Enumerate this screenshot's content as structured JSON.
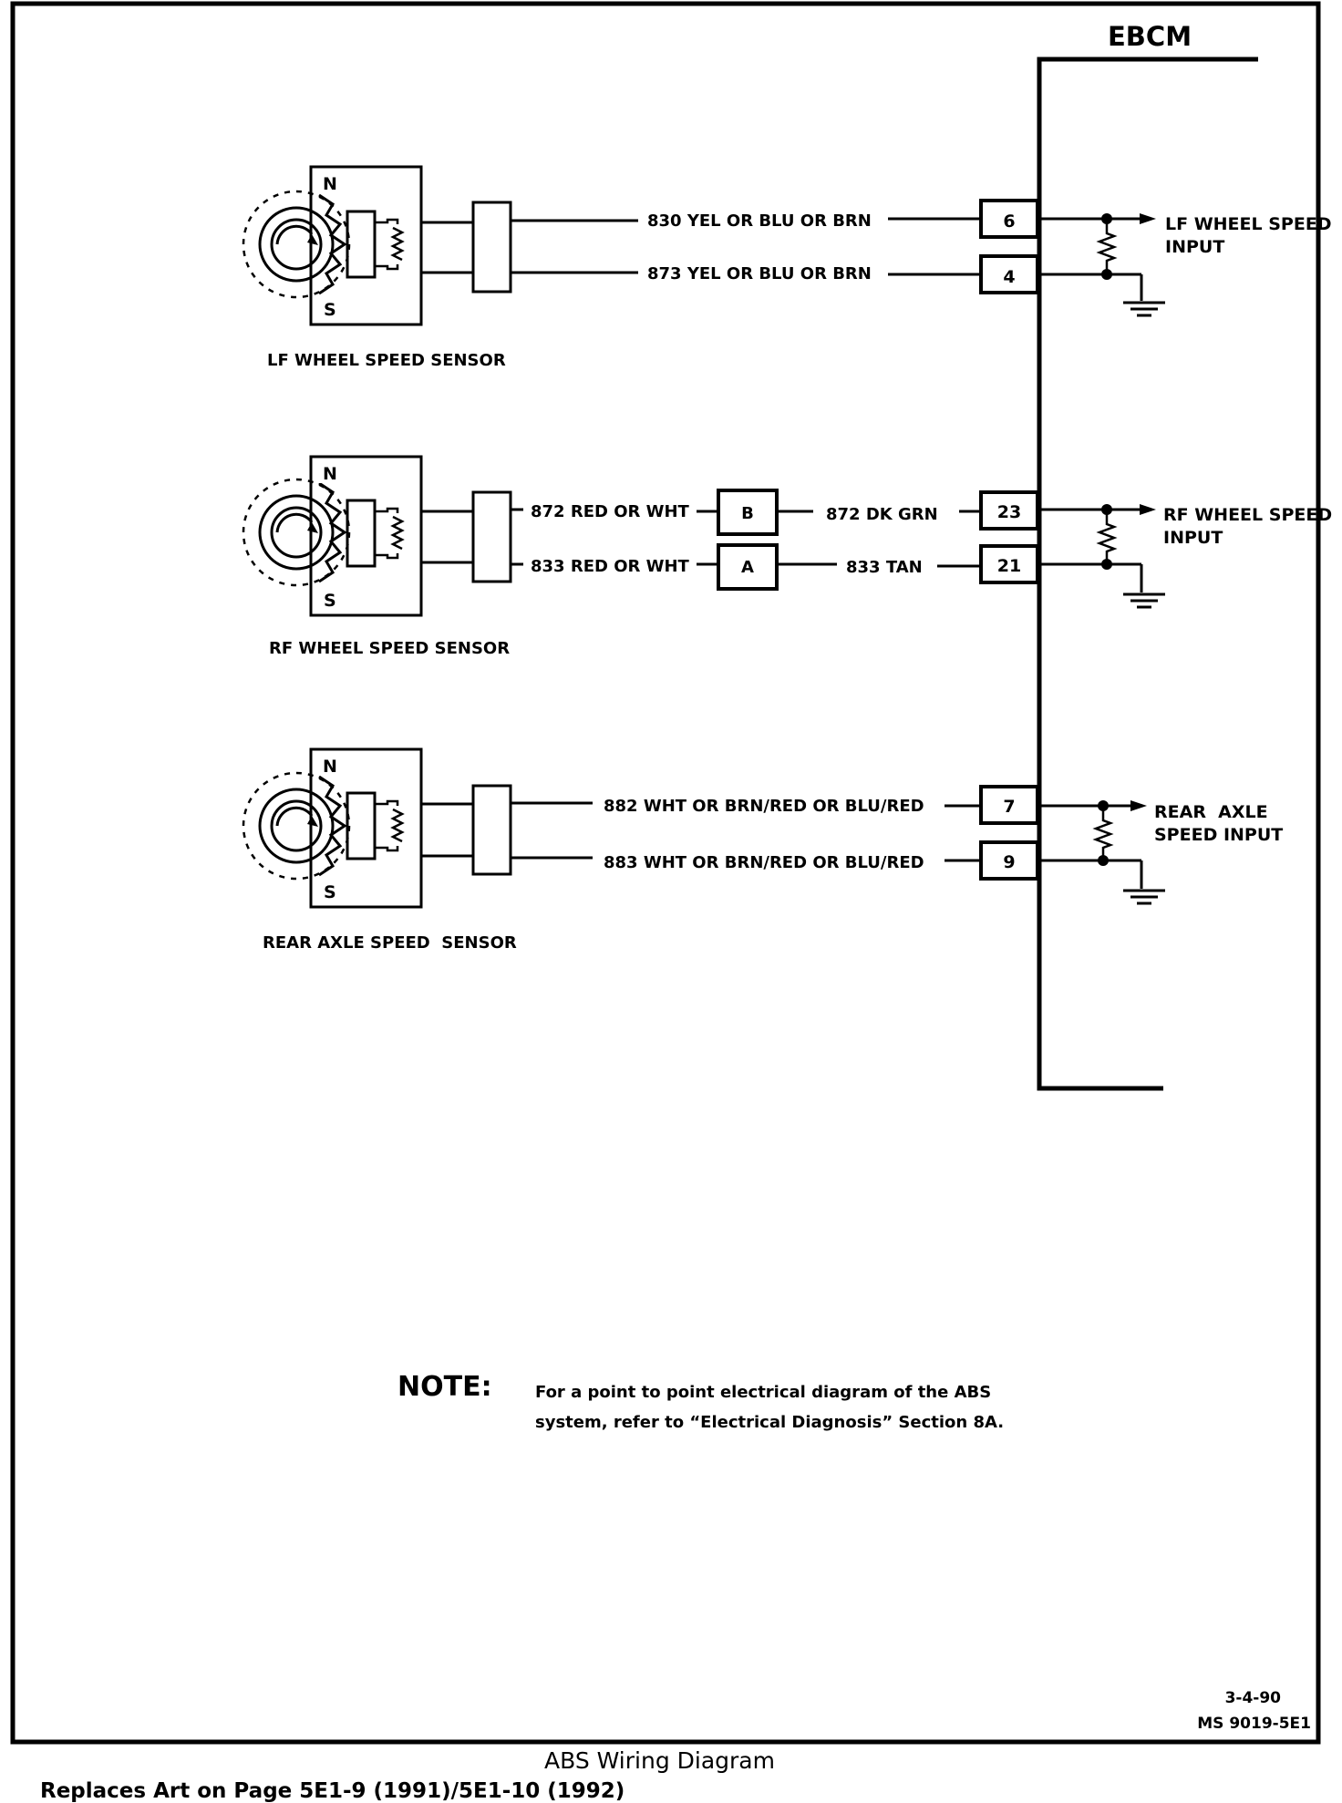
{
  "ebcm": {
    "title": "EBCM"
  },
  "sensors": [
    {
      "label": "LF WHEEL SPEED SENSOR",
      "pole_n": "N",
      "pole_s": "S",
      "wires": [
        "830 YEL OR BLU OR BRN",
        "873 YEL OR BLU OR BRN"
      ],
      "pins": [
        "6",
        "4"
      ],
      "input_label": [
        "LF WHEEL SPEED",
        "INPUT"
      ]
    },
    {
      "label": "RF WHEEL SPEED SENSOR",
      "pole_n": "N",
      "pole_s": "S",
      "wires_sensor_side": [
        "872 RED OR WHT",
        "833 RED OR WHT"
      ],
      "connector_pins": [
        "B",
        "A"
      ],
      "wires": [
        "872 DK GRN",
        "833 TAN"
      ],
      "pins": [
        "23",
        "21"
      ],
      "input_label": [
        "RF WHEEL SPEED",
        "INPUT"
      ]
    },
    {
      "label": "REAR AXLE SPEED  SENSOR",
      "pole_n": "N",
      "pole_s": "S",
      "wires": [
        "882 WHT OR BRN/RED OR BLU/RED",
        "883 WHT OR BRN/RED OR BLU/RED"
      ],
      "pins": [
        "7",
        "9"
      ],
      "input_label": [
        "REAR  AXLE",
        "SPEED INPUT"
      ]
    }
  ],
  "note": {
    "heading": "NOTE:",
    "lines": [
      "For a point to point electrical diagram of the ABS",
      "system, refer to “Electrical Diagnosis” Section 8A."
    ]
  },
  "date_code": "3-4-90",
  "ref_code": "MS 9019-5E1",
  "caption": "ABS Wiring Diagram",
  "replaces": "Replaces Art on Page 5E1-9 (1991)/5E1-10 (1992)"
}
